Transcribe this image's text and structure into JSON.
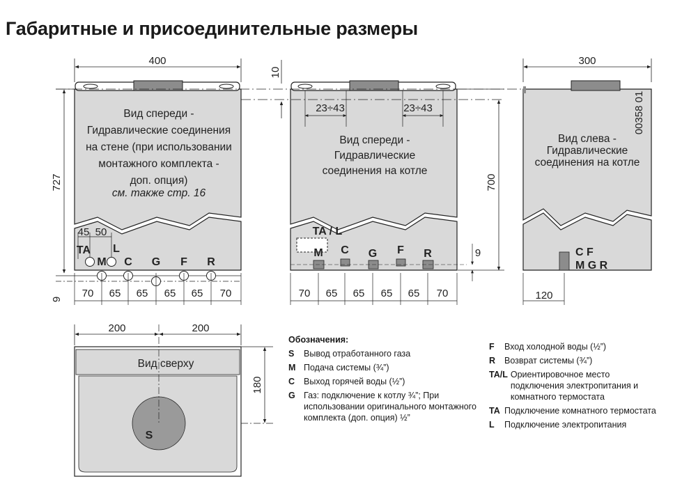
{
  "title": "Габаритные и присоединительные размеры",
  "front_wall": {
    "caption": [
      "Вид спереди -",
      "Гидравлические соединения",
      "на стене (при использовании",
      "монтажного комплекта -",
      "доп. опция)"
    ],
    "note": "см. также стр. 16",
    "width": "400",
    "height": "727",
    "bottom_offset": "9",
    "small_dims": [
      "45",
      "50"
    ],
    "labels": [
      "TA",
      "L",
      "M",
      "C",
      "G",
      "F",
      "R"
    ],
    "spacing": [
      "70",
      "65",
      "65",
      "65",
      "65",
      "70"
    ]
  },
  "front_boiler": {
    "caption": [
      "Вид спереди -",
      "Гидравлические",
      "соединения на котле"
    ],
    "top_offset": "10",
    "left_range": "23÷43",
    "right_range": "23÷43",
    "height": "700",
    "bottom_offset": "9",
    "ta_l": "TA / L",
    "labels": [
      "M",
      "C",
      "G",
      "F",
      "R"
    ],
    "spacing": [
      "70",
      "65",
      "65",
      "65",
      "65",
      "70"
    ]
  },
  "left_view": {
    "caption": [
      "Вид слева -",
      "Гидравлические",
      "соединения на котле"
    ],
    "width": "300",
    "code": "00358 01",
    "labels_top": "C F",
    "labels_bottom": "M G R",
    "side_offset": "120"
  },
  "top_view": {
    "caption": "Вид сверху",
    "left_width": "200",
    "right_width": "200",
    "depth": "180",
    "flue_label": "S"
  },
  "legend": {
    "heading": "Обозначения:",
    "left_items": [
      {
        "key": "S",
        "text": "Вывод отработанного газа"
      },
      {
        "key": "M",
        "text": "Подача системы (¾”)"
      },
      {
        "key": "C",
        "text": "Выход горячей воды (½”)"
      },
      {
        "key": "G",
        "text": "Газ: подключение к котлу ¾”; При использовании оригинального монтажного комплекта (доп. опция) ½”"
      }
    ],
    "right_items": [
      {
        "key": "F",
        "text": "Вход холодной воды (½”)"
      },
      {
        "key": "R",
        "text": "Возврат системы (¾”)"
      },
      {
        "key": "TA/L",
        "text": "Ориентировочное место подключения электропитания и комнатного термостата"
      },
      {
        "key": "TA",
        "text": "Подключение комнатного термостата"
      },
      {
        "key": "L",
        "text": "Подключение электропитания"
      }
    ]
  },
  "colors": {
    "body_fill": "#d9d9d9",
    "bracket_fill": "#8c8c8c",
    "line": "#222222"
  }
}
